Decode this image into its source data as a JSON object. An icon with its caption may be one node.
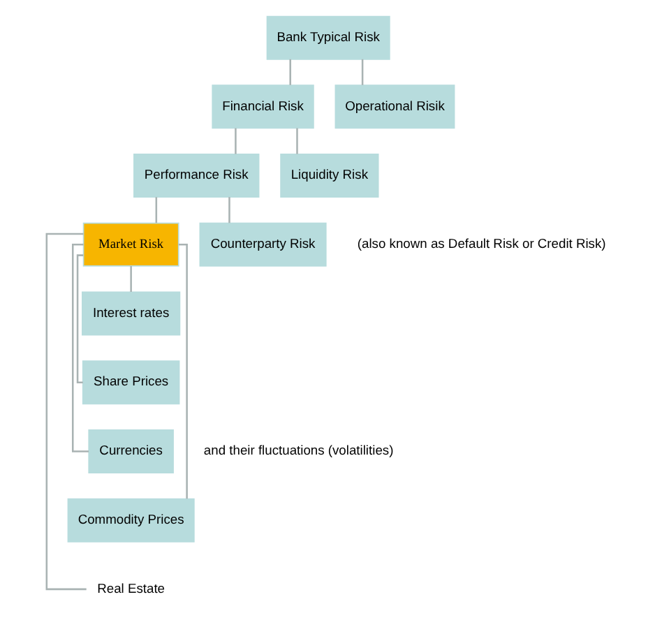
{
  "diagram": {
    "nodes": [
      {
        "text": [
          "Bank Typical Risk"
        ]
      },
      {
        "text": [
          "Financial Risk"
        ]
      },
      {
        "text": [
          "Operational Risik"
        ]
      },
      {
        "text": [
          "Performance Risk"
        ]
      },
      {
        "text": [
          "Liquidity Risk"
        ]
      },
      {
        "text": [
          "Market Risk"
        ]
      },
      {
        "text": [
          "Counterparty Risk"
        ],
        "beside": [
          "(also known as Default Risk or Credit Risk)"
        ]
      },
      {
        "text": [
          "Interest rates"
        ]
      },
      {
        "text": [
          "Share Prices"
        ]
      },
      {
        "text": [
          "Currencies"
        ]
      },
      {
        "text": [
          "Commodity Prices"
        ]
      },
      {
        "text": [
          "Real Estate"
        ]
      }
    ],
    "edges": [
      {
        "from": 0,
        "to": 1,
        "arrow": "none"
      },
      {
        "from": 0,
        "to": 2,
        "arrow": "none"
      },
      {
        "from": 1,
        "to": 3,
        "arrow": "none"
      },
      {
        "from": 1,
        "to": 4,
        "arrow": "none"
      },
      {
        "from": 3,
        "to": 5,
        "arrow": "none"
      },
      {
        "from": 3,
        "to": 6,
        "arrow": "none"
      },
      {
        "from": 5,
        "to": 7,
        "arrow": "none"
      },
      {
        "from": 5,
        "to": 8,
        "arrow": "none"
      },
      {
        "from": 5,
        "to": 9,
        "arrow": "none"
      },
      {
        "from": 5,
        "to": 10,
        "arrow": "none"
      },
      {
        "from": 5,
        "to": 11,
        "arrow": "none"
      }
    ],
    "labels": [
      "and their fluctuations (volatilities)"
    ]
  }
}
